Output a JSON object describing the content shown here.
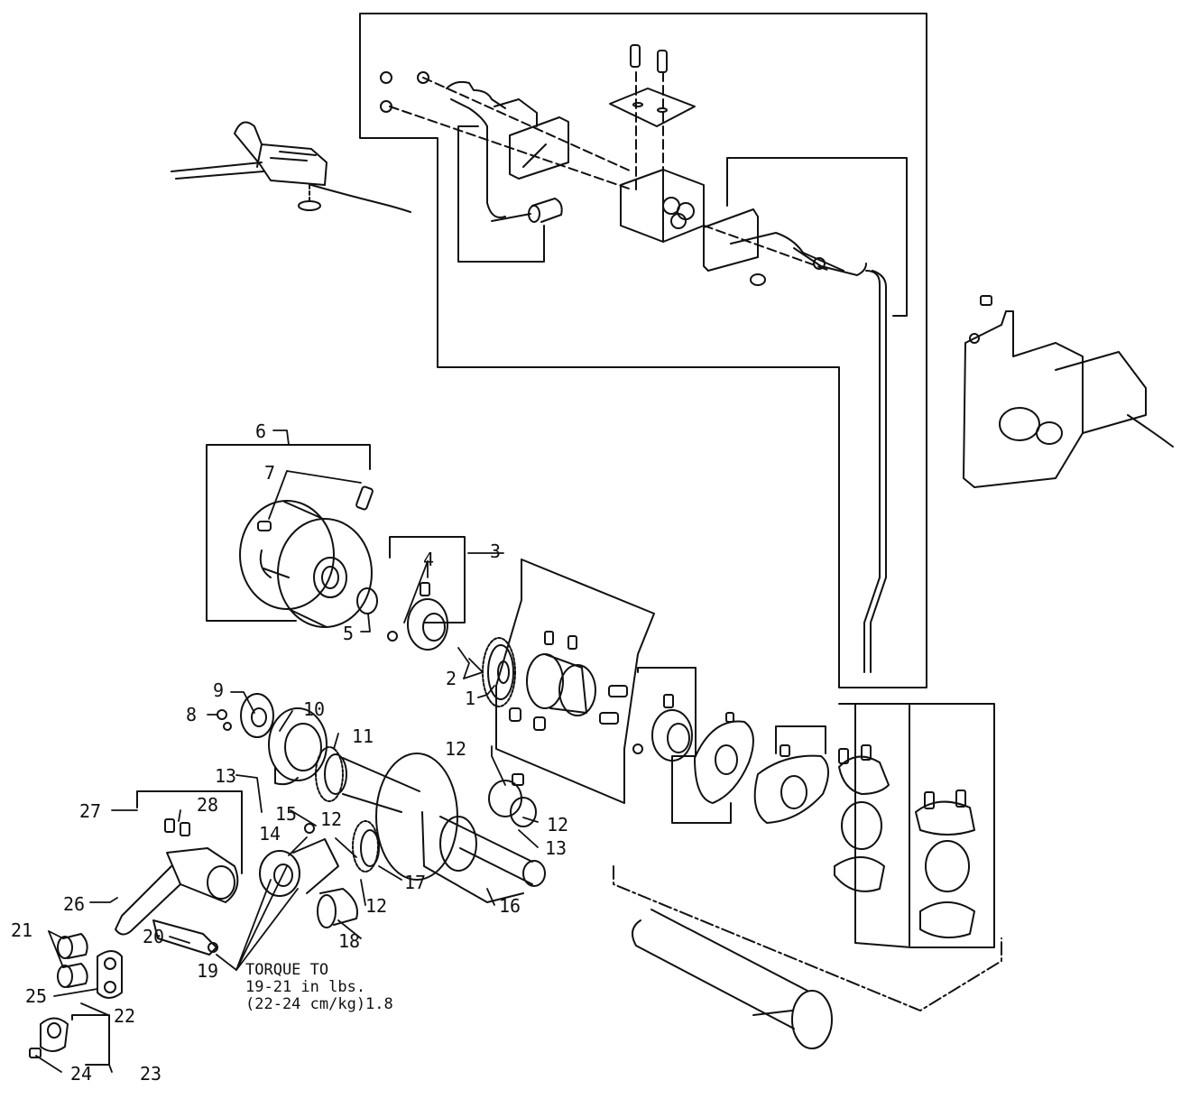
{
  "callouts": [
    "1",
    "2",
    "3",
    "4",
    "5",
    "6",
    "7",
    "8",
    "9",
    "10",
    "11",
    "12",
    "12",
    "12",
    "12",
    "13",
    "13",
    "14",
    "15",
    "16",
    "17",
    "18",
    "19",
    "20",
    "21",
    "22",
    "23",
    "24",
    "25",
    "26",
    "27",
    "28"
  ],
  "torque_note": {
    "line1": "TORQUE TO",
    "line2": "19-21 in lbs.",
    "line3": "(22-24 cm/kg)1.8"
  },
  "colors": {
    "ink": "#111111",
    "paper": "#ffffff"
  }
}
